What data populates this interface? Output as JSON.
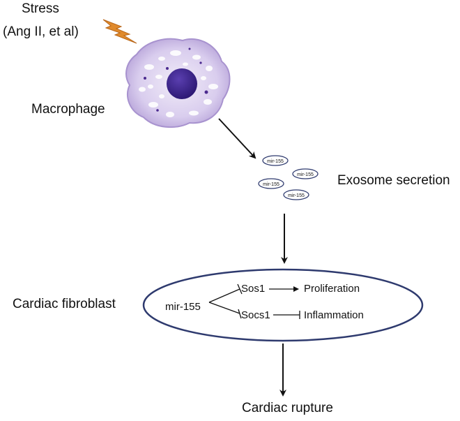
{
  "stimulus": {
    "title": "Stress",
    "detail": "(Ang II, et al)"
  },
  "macrophage": {
    "label": "Macrophage"
  },
  "exosomes": {
    "label": "Exosome secretion",
    "items": [
      "mir-155",
      "mir-155",
      "mir-155",
      "mir-155"
    ]
  },
  "fibroblast": {
    "label": "Cardiac fibroblast",
    "mirna": "mir-155",
    "targets": [
      {
        "name": "Sos1",
        "outcome": "Proliferation"
      },
      {
        "name": "Socs1",
        "outcome": "Inflammation"
      }
    ]
  },
  "result": {
    "label": "Cardiac rupture"
  },
  "colors": {
    "lightning": "#e08a2c",
    "cell_membrane": "#b7a6d6",
    "cell_body": "#ddd3ee",
    "nucleus": "#3a1f8a",
    "ellipse_stroke": "#2e3a6e",
    "exosome_stroke": "#2e3a6e",
    "arrow": "#111111"
  }
}
